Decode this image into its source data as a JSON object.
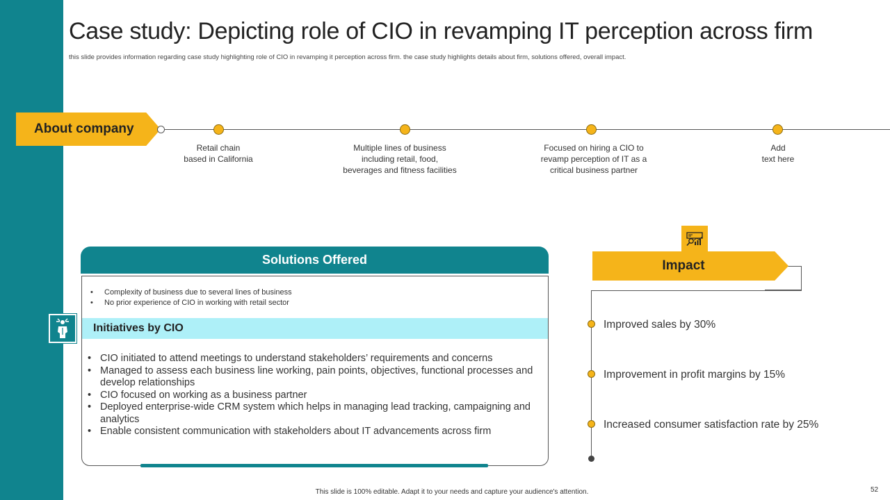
{
  "slide": {
    "title": "Case study: Depicting role of CIO in revamping IT perception across firm",
    "subtitle": "this slide provides information regarding case study highlighting role of CIO  in revamping it  perception across firm. the case study highlights details about firm, solutions offered, overall impact.",
    "footer": "This slide is 100% editable.  Adapt it to your needs and capture your audience's attention.",
    "page_number": "52"
  },
  "about": {
    "label": "About company",
    "milestones": [
      "Retail chain\nbased in California",
      "Multiple lines of business\nincluding retail, food,\nbeverages  and fitness facilities",
      "Focused on hiring a CIO to\nrevamp  perception of IT  as a\ncritical business partner",
      "Add\ntext here"
    ]
  },
  "solutions": {
    "header": "Solutions Offered",
    "challenges": [
      "Complexity of business due to several lines of business",
      "No prior experience of CIO in working with retail sector"
    ],
    "initiatives_label": "Initiatives by CIO",
    "initiatives": [
      "CIO initiated to attend meetings to understand stakeholders’ requirements and concerns",
      "Managed to assess each business line working, pain points, objectives, functional processes and develop relationships",
      "CIO focused on working as a business partner",
      "Deployed enterprise-wide CRM system which helps in managing lead tracking, campaigning and analytics",
      "Enable consistent communication with stakeholders about IT advancements across firm"
    ]
  },
  "impact": {
    "label": "Impact",
    "icon": "analytics-icon",
    "items": [
      "Improved sales by 30%",
      "Improvement  in profit margins by 15%",
      "Increased consumer satisfaction rate by 25%"
    ]
  },
  "colors": {
    "teal": "#10848e",
    "yellow": "#f5b41a",
    "light_cyan": "#aef0f8"
  }
}
